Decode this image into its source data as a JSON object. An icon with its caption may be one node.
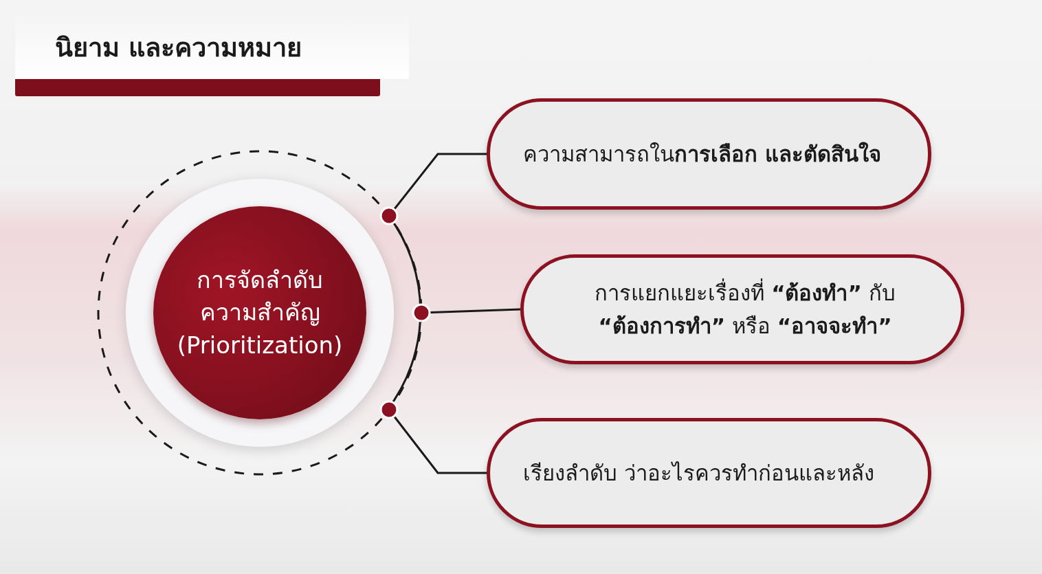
{
  "diagram": {
    "title": "นิยาม และความหมาย",
    "nodes": [
      {
        "text": [
          "การจัดลำดับความสำคัญ (Prioritization)"
        ]
      },
      {
        "text": [
          "ความสามารถใน**การเลือก และตัดสินใจ**"
        ]
      },
      {
        "text": [
          "การแยกแยะเรื่องที่ **“ต้องทำ”** กับ **“ต้องการทำ”** หรือ **“อาจจะทำ”**"
        ]
      },
      {
        "text": [
          "เรียงลำดับ ว่าอะไรควรทำก่อนและหลัง"
        ]
      }
    ],
    "edges": [
      {
        "from": 0,
        "to": 1,
        "arrow": "other"
      },
      {
        "from": 0,
        "to": 2,
        "arrow": "other"
      },
      {
        "from": 0,
        "to": 3,
        "arrow": "other"
      }
    ]
  }
}
